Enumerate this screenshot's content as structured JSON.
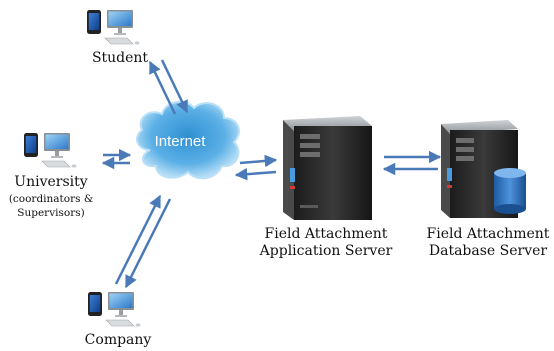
{
  "nodes": {
    "student": {
      "label": "Student"
    },
    "university": {
      "label": "University",
      "sub_label_1": "(coordinators &",
      "sub_label_2": "Supervisors)"
    },
    "company": {
      "label": "Company"
    },
    "internet": {
      "label": "Internet"
    },
    "app_server": {
      "line1": "Field Attachment",
      "line2": "Application Server"
    },
    "db_server": {
      "line1": "Field Attachment",
      "line2": "Database Server"
    }
  },
  "colors": {
    "arrow": "#4a7ab8",
    "cloud_light": "#a9d8f5",
    "cloud_dark": "#2f8fd0",
    "server_dark": "#2a2a2a",
    "db_cylinder": "#2e6fb8"
  }
}
